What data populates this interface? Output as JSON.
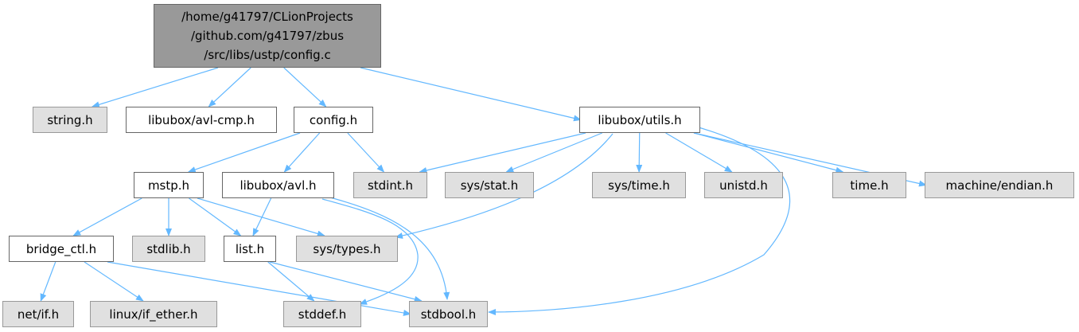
{
  "colors": {
    "edge": "#63b8ff",
    "root_fill": "#999999",
    "system_fill": "#e0e0e0",
    "local_fill": "#ffffff"
  },
  "nodes": [
    {
      "id": "root",
      "label": "/home/g41797/CLionProjects\n/github.com/g41797/zbus\n/src/libs/ustp/config.c",
      "kind": "root"
    },
    {
      "id": "string",
      "label": "string.h",
      "kind": "sys"
    },
    {
      "id": "avlcmp",
      "label": "libubox/avl-cmp.h",
      "kind": "local"
    },
    {
      "id": "config",
      "label": "config.h",
      "kind": "local"
    },
    {
      "id": "utils",
      "label": "libubox/utils.h",
      "kind": "local"
    },
    {
      "id": "mstp",
      "label": "mstp.h",
      "kind": "local"
    },
    {
      "id": "avl",
      "label": "libubox/avl.h",
      "kind": "local"
    },
    {
      "id": "stdint",
      "label": "stdint.h",
      "kind": "sys"
    },
    {
      "id": "sysstat",
      "label": "sys/stat.h",
      "kind": "sys"
    },
    {
      "id": "systime",
      "label": "sys/time.h",
      "kind": "sys"
    },
    {
      "id": "unistd",
      "label": "unistd.h",
      "kind": "sys"
    },
    {
      "id": "time",
      "label": "time.h",
      "kind": "sys"
    },
    {
      "id": "endian",
      "label": "machine/endian.h",
      "kind": "sys"
    },
    {
      "id": "bridgectl",
      "label": "bridge_ctl.h",
      "kind": "local"
    },
    {
      "id": "stdlib",
      "label": "stdlib.h",
      "kind": "sys"
    },
    {
      "id": "list",
      "label": "list.h",
      "kind": "local"
    },
    {
      "id": "systypes",
      "label": "sys/types.h",
      "kind": "sys"
    },
    {
      "id": "netif",
      "label": "net/if.h",
      "kind": "sys"
    },
    {
      "id": "ifether",
      "label": "linux/if_ether.h",
      "kind": "sys"
    },
    {
      "id": "stddef",
      "label": "stddef.h",
      "kind": "sys"
    },
    {
      "id": "stdbool",
      "label": "stdbool.h",
      "kind": "sys"
    }
  ],
  "edges": [
    [
      "root",
      "string"
    ],
    [
      "root",
      "avlcmp"
    ],
    [
      "root",
      "config"
    ],
    [
      "root",
      "utils"
    ],
    [
      "config",
      "mstp"
    ],
    [
      "config",
      "avl"
    ],
    [
      "config",
      "stdint"
    ],
    [
      "utils",
      "stdint"
    ],
    [
      "utils",
      "sysstat"
    ],
    [
      "utils",
      "systime"
    ],
    [
      "utils",
      "unistd"
    ],
    [
      "utils",
      "time"
    ],
    [
      "utils",
      "endian"
    ],
    [
      "utils",
      "systypes"
    ],
    [
      "utils",
      "stdbool"
    ],
    [
      "mstp",
      "bridgectl"
    ],
    [
      "mstp",
      "stdlib"
    ],
    [
      "mstp",
      "list"
    ],
    [
      "mstp",
      "systypes"
    ],
    [
      "avl",
      "list"
    ],
    [
      "avl",
      "stddef"
    ],
    [
      "avl",
      "stdbool"
    ],
    [
      "bridgectl",
      "netif"
    ],
    [
      "bridgectl",
      "ifether"
    ],
    [
      "bridgectl",
      "stdbool"
    ],
    [
      "list",
      "stddef"
    ],
    [
      "list",
      "stdbool"
    ]
  ]
}
